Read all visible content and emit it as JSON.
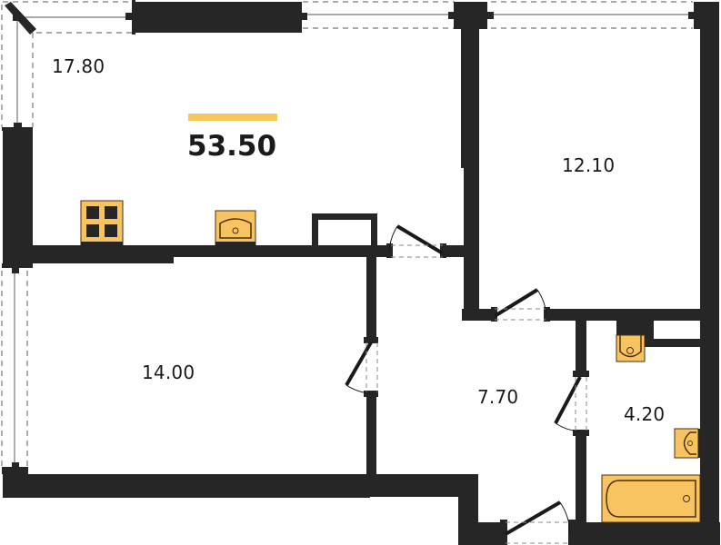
{
  "plan": {
    "total_area": "53.50",
    "colors": {
      "wall": "#262626",
      "fixture_fill": "#F8C461",
      "fixture_outline": "#4a2f10",
      "accent_bar": "#F7C75E",
      "window_line": "#7a7a7a",
      "background": "#ffffff"
    },
    "rooms": [
      {
        "id": "kitchen-living",
        "area": "17.80"
      },
      {
        "id": "bedroom-right",
        "area": "12.10"
      },
      {
        "id": "bedroom-left",
        "area": "14.00"
      },
      {
        "id": "hallway",
        "area": "7.70"
      },
      {
        "id": "bathroom",
        "area": "4.20"
      }
    ],
    "fixtures": [
      "stove-icon",
      "kitchen-sink-icon",
      "toilet-icon",
      "bathroom-sink-icon",
      "bathtub-icon"
    ]
  }
}
